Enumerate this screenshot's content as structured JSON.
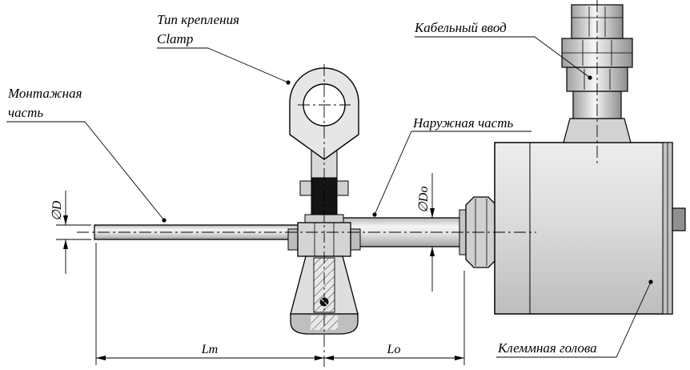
{
  "drawing": {
    "background": "#ffffff",
    "line_color": "#000000"
  },
  "labels": {
    "mount_type": {
      "line1": "Тип крепления",
      "line2": "Clamp"
    },
    "cable_entry": "Кабельный ввод",
    "mounting_part": {
      "line1": "Монтажная",
      "line2": "часть"
    },
    "outer_part": "Наружная часть",
    "terminal_head": "Клеммная голова"
  },
  "dimensions": {
    "probe_diameter": "∅D",
    "outer_diameter": "∅Do",
    "mounting_length": "Lm",
    "outer_length": "Lo"
  },
  "colors": {
    "seal": "#141414",
    "metal_light": "#f4f4f4",
    "metal_mid": "#d6d6d6",
    "metal_dark": "#9a9a9a"
  }
}
